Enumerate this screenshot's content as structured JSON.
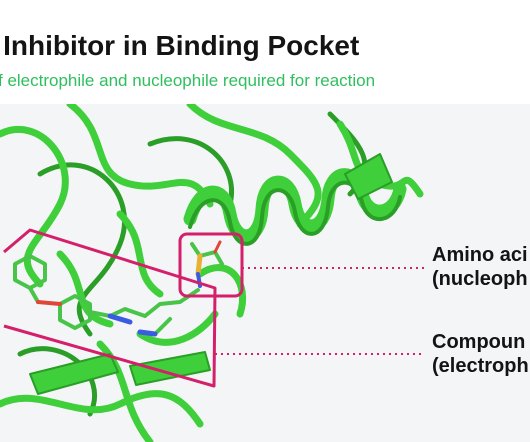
{
  "header": {
    "title": "t Inhibitor in Binding Pocket",
    "subtitle": "f electrophile and nucleophile required for reaction"
  },
  "labels": {
    "amino_line1": "Amino aci",
    "amino_line2": "(nucleoph",
    "compound_line1": "Compoun",
    "compound_line2": "(electroph"
  },
  "colors": {
    "ribbon": "#3fcf3a",
    "ribbon_dark": "#2a9e26",
    "highlight": "#d4206a",
    "subtitle": "#2ebf5e",
    "background": "#f4f5f7"
  }
}
